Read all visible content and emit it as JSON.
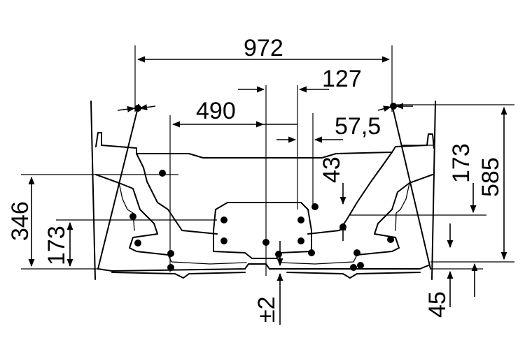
{
  "diagram": {
    "dimensions": {
      "overall_width": "972",
      "inner_width": "490",
      "offset_127": "127",
      "offset_57_5": "57,5",
      "height_43": "43",
      "height_173_right": "173",
      "height_585": "585",
      "height_346": "346",
      "height_173_left": "173",
      "tolerance": "±2",
      "height_45": "45"
    }
  }
}
